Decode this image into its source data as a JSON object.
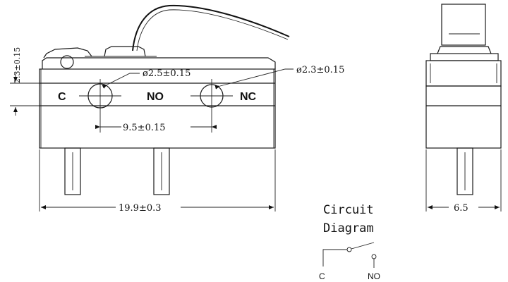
{
  "front_view": {
    "terminal_labels": {
      "common": "C",
      "normally_open": "NO",
      "normally_closed": "NC"
    },
    "dimensions": {
      "hole_diameter_left": "ø2.5±0.15",
      "hole_diameter_right": "ø2.3±0.15",
      "hole_spacing": "9.5±0.15",
      "body_width": "19.9±0.3",
      "hole_height": "2.3±0.15"
    }
  },
  "side_view": {
    "dimensions": {
      "width": "6.5"
    }
  },
  "circuit_diagram": {
    "caption_line1": "Circuit",
    "caption_line2": "Diagram",
    "terminal_c": "C",
    "terminal_no": "NO"
  }
}
